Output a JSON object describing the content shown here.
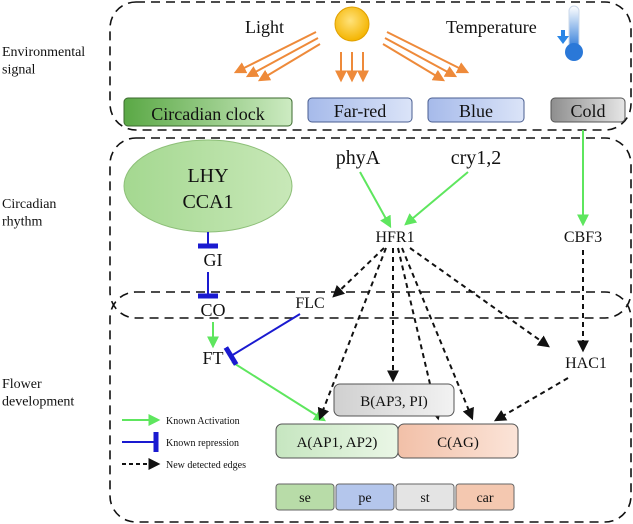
{
  "sections": {
    "environmental": "Environmental\nsignal",
    "circadian": "Circadian\nrhythm",
    "flower": "Flower\ndevelopment"
  },
  "environment": {
    "light": "Light",
    "temperature": "Temperature"
  },
  "signals": {
    "circadian_clock": "Circadian clock",
    "far_red": "Far-red",
    "blue": "Blue",
    "cold": "Cold"
  },
  "nodes": {
    "lhy": "LHY",
    "cca1": "CCA1",
    "phya": "phyA",
    "cry": "cry1,2",
    "hfr1": "HFR1",
    "cbf3": "CBF3",
    "gi": "GI",
    "co": "CO",
    "flc": "FLC",
    "ft": "FT",
    "hac1": "HAC1"
  },
  "abc_model": {
    "b": "B(AP3, PI)",
    "a": "A(AP1, AP2)",
    "c": "C(AG)"
  },
  "organs": [
    "se",
    "pe",
    "st",
    "car"
  ],
  "legend": {
    "activation": "Known Activation",
    "repression": "Known repression",
    "new_edges": "New detected edges"
  },
  "colors": {
    "activation": "#5ee65e",
    "repression": "#1a1ad0",
    "new_edge": "#111111",
    "light_ray": "#ee8a3a",
    "sun": "#f6c020",
    "circadian_green": "#70b85a",
    "blue_box": "#b4c6ec",
    "cold_box": "#a8a8a8",
    "a_box": "#d6ecd2",
    "b_box": "#dcdcdc",
    "c_box": "#f7d2c0",
    "se_box": "#b8dca8",
    "pe_box": "#b4c6ec",
    "st_box": "#e0e0e0",
    "car_box": "#f4c8b0"
  }
}
